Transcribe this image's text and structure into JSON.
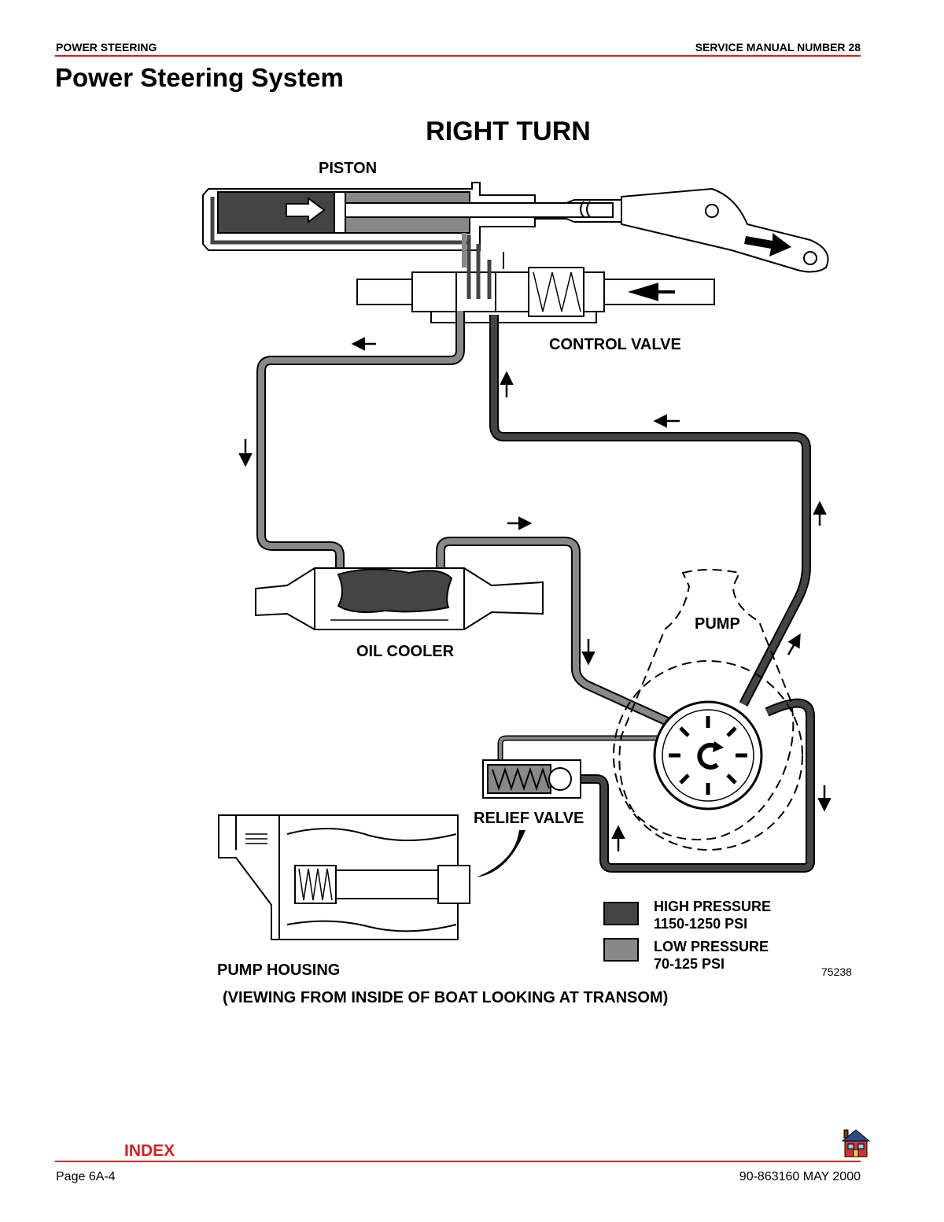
{
  "header": {
    "section": "POWER STEERING",
    "manual": "SERVICE MANUAL NUMBER 28"
  },
  "page_title": "Power Steering System",
  "diagram": {
    "title": "RIGHT TURN",
    "labels": {
      "piston": "PISTON",
      "control_valve": "CONTROL VALVE",
      "oil_cooler": "OIL COOLER",
      "pump": "PUMP",
      "relief_valve": "RELIEF VALVE",
      "pump_housing": "PUMP HOUSING"
    },
    "legend": {
      "high_line1": "HIGH PRESSURE",
      "high_line2": "1150-1250 PSI",
      "low_line1": "LOW PRESSURE",
      "low_line2": "70-125 PSI"
    },
    "figure_number": "75238",
    "caption": "(VIEWING FROM INSIDE OF BOAT LOOKING AT TRANSOM)",
    "colors": {
      "high_pressure": "#444444",
      "low_pressure": "#888888"
    }
  },
  "footer": {
    "index_link": "INDEX",
    "page": "Page 6A-4",
    "doc_date": "90-863160   MAY 2000",
    "home_icon": "house-icon"
  }
}
